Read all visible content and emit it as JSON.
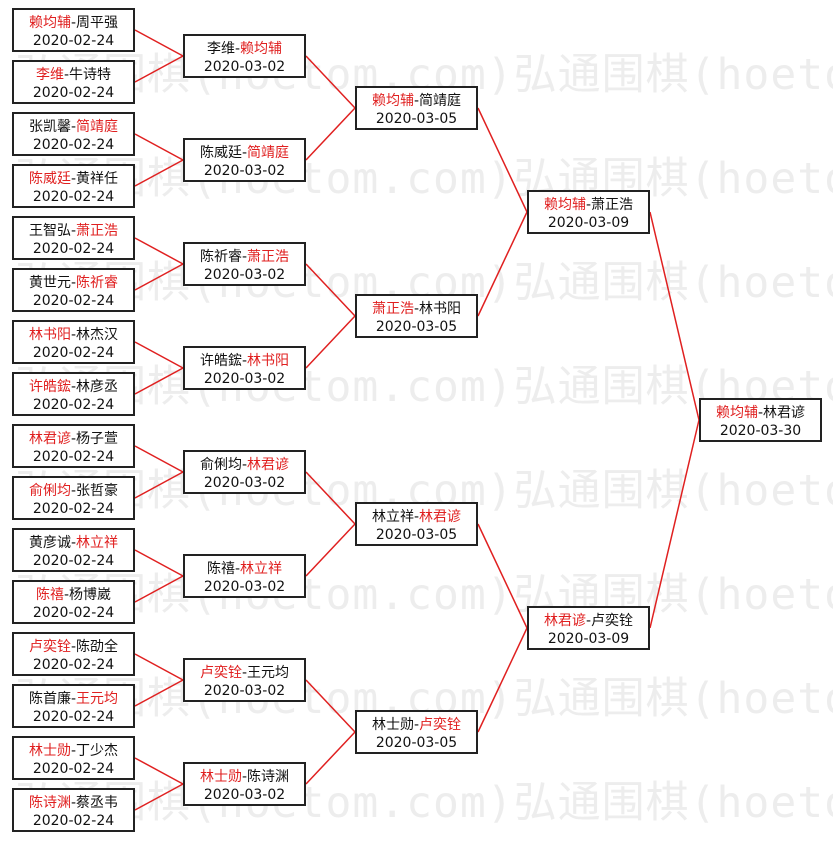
{
  "watermark": {
    "text": "弘通围棋(hoetom.com)弘通围棋(hoetom.com)弘通围"
  },
  "link_color": "#e02020",
  "rounds": [
    [
      {
        "p1": "赖均辅",
        "p2": "周平强",
        "winner": 1,
        "date": "2020-02-24"
      },
      {
        "p1": "李维",
        "p2": "牛诗特",
        "winner": 1,
        "date": "2020-02-24"
      },
      {
        "p1": "张凯馨",
        "p2": "简靖庭",
        "winner": 2,
        "date": "2020-02-24"
      },
      {
        "p1": "陈威廷",
        "p2": "黄祥任",
        "winner": 1,
        "date": "2020-02-24"
      },
      {
        "p1": "王智弘",
        "p2": "萧正浩",
        "winner": 2,
        "date": "2020-02-24"
      },
      {
        "p1": "黄世元",
        "p2": "陈祈睿",
        "winner": 2,
        "date": "2020-02-24"
      },
      {
        "p1": "林书阳",
        "p2": "林杰汉",
        "winner": 1,
        "date": "2020-02-24"
      },
      {
        "p1": "许皓鋐",
        "p2": "林彦丞",
        "winner": 1,
        "date": "2020-02-24"
      },
      {
        "p1": "林君谚",
        "p2": "杨子萱",
        "winner": 1,
        "date": "2020-02-24"
      },
      {
        "p1": "俞俐均",
        "p2": "张哲豪",
        "winner": 1,
        "date": "2020-02-24"
      },
      {
        "p1": "黄彦诚",
        "p2": "林立祥",
        "winner": 2,
        "date": "2020-02-24"
      },
      {
        "p1": "陈禧",
        "p2": "杨博崴",
        "winner": 1,
        "date": "2020-02-24"
      },
      {
        "p1": "卢奕铨",
        "p2": "陈劭全",
        "winner": 1,
        "date": "2020-02-24"
      },
      {
        "p1": "陈首廉",
        "p2": "王元均",
        "winner": 2,
        "date": "2020-02-24"
      },
      {
        "p1": "林士勋",
        "p2": "丁少杰",
        "winner": 1,
        "date": "2020-02-24"
      },
      {
        "p1": "陈诗渊",
        "p2": "蔡丞韦",
        "winner": 1,
        "date": "2020-02-24"
      }
    ],
    [
      {
        "p1": "李维",
        "p2": "赖均辅",
        "winner": 2,
        "date": "2020-03-02"
      },
      {
        "p1": "陈威廷",
        "p2": "简靖庭",
        "winner": 2,
        "date": "2020-03-02"
      },
      {
        "p1": "陈祈睿",
        "p2": "萧正浩",
        "winner": 2,
        "date": "2020-03-02"
      },
      {
        "p1": "许皓鋐",
        "p2": "林书阳",
        "winner": 2,
        "date": "2020-03-02"
      },
      {
        "p1": "俞俐均",
        "p2": "林君谚",
        "winner": 2,
        "date": "2020-03-02"
      },
      {
        "p1": "陈禧",
        "p2": "林立祥",
        "winner": 2,
        "date": "2020-03-02"
      },
      {
        "p1": "卢奕铨",
        "p2": "王元均",
        "winner": 1,
        "date": "2020-03-02"
      },
      {
        "p1": "林士勋",
        "p2": "陈诗渊",
        "winner": 1,
        "date": "2020-03-02"
      }
    ],
    [
      {
        "p1": "赖均辅",
        "p2": "简靖庭",
        "winner": 1,
        "date": "2020-03-05"
      },
      {
        "p1": "萧正浩",
        "p2": "林书阳",
        "winner": 1,
        "date": "2020-03-05"
      },
      {
        "p1": "林立祥",
        "p2": "林君谚",
        "winner": 2,
        "date": "2020-03-05"
      },
      {
        "p1": "林士勋",
        "p2": "卢奕铨",
        "winner": 2,
        "date": "2020-03-05"
      }
    ],
    [
      {
        "p1": "赖均辅",
        "p2": "萧正浩",
        "winner": 1,
        "date": "2020-03-09"
      },
      {
        "p1": "林君谚",
        "p2": "卢奕铨",
        "winner": 1,
        "date": "2020-03-09"
      }
    ],
    [
      {
        "p1": "赖均辅",
        "p2": "林君谚",
        "winner": 1,
        "date": "2020-03-30"
      }
    ]
  ]
}
